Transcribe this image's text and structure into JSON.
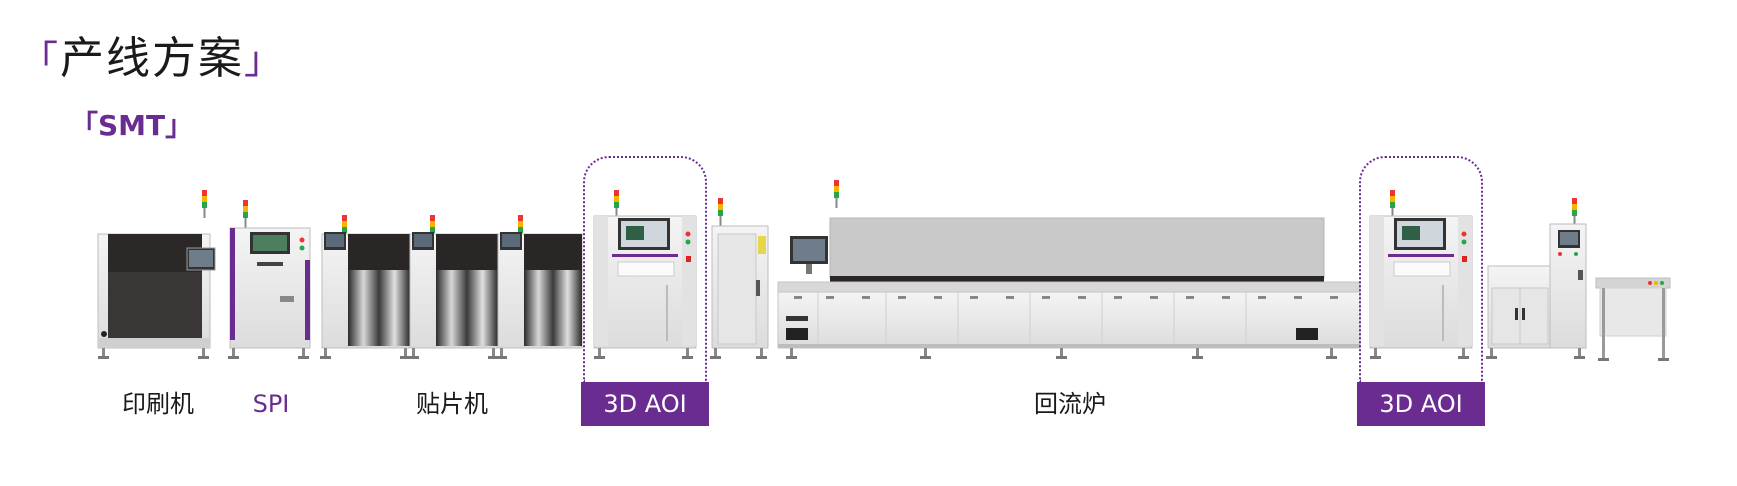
{
  "header": {
    "title_open": "「",
    "title": "产线方案",
    "title_close": "」",
    "subtitle": "「SMT」"
  },
  "stations": [
    {
      "label": "印刷机"
    },
    {
      "label": "SPI"
    },
    {
      "label": "贴片机"
    },
    {
      "label": "3D AOI"
    },
    {
      "label": "回流炉"
    },
    {
      "label": "3D AOI"
    }
  ],
  "colors": {
    "accent": "#6b2c91",
    "text": "#1a1a1a",
    "machine_light": "#ececec",
    "machine_dark": "#2a2626"
  }
}
